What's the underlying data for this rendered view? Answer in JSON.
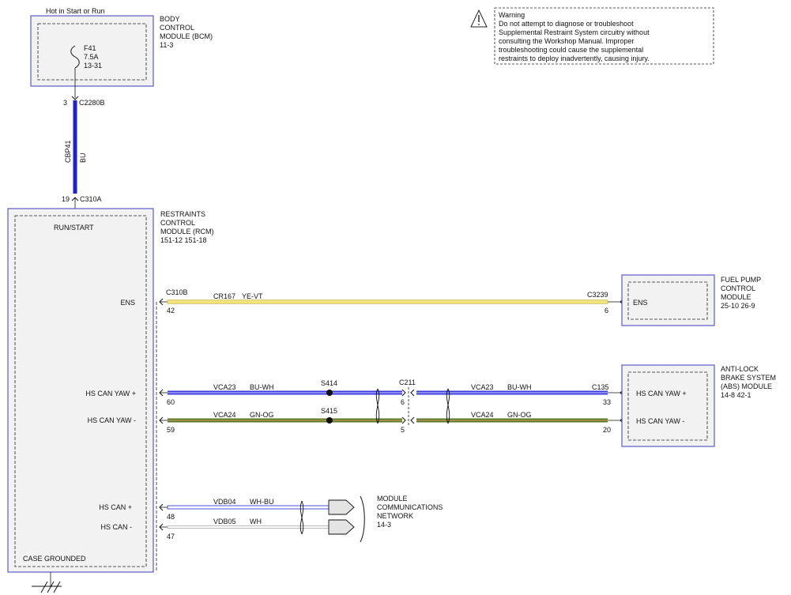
{
  "top_label": "Hot in Start or Run",
  "warning": {
    "lines": [
      "Warning",
      "Do not attempt to diagnose or troubleshoot",
      "Supplemental Restraint System circuitry without",
      "consulting the Workshop Manual. Improper",
      "troubleshooting could cause the supplemental",
      "restraints to deploy inadvertently, causing injury."
    ]
  },
  "bcm": {
    "title_lines": [
      "BODY",
      "CONTROL",
      "MODULE (BCM)",
      "11-3"
    ],
    "fuse_lines": [
      "F41",
      "7.5A",
      "13-31"
    ]
  },
  "feed_wire": {
    "pin_top": "3",
    "connector_top": "C2280B",
    "circuit": "CBP41",
    "color": "BU",
    "pin_bottom": "19",
    "connector_bottom": "C310A"
  },
  "rcm": {
    "title_lines": [
      "RESTRAINTS",
      "CONTROL",
      "MODULE (RCM)",
      "151-12  151-18"
    ],
    "run_start": "RUN/START",
    "pins": {
      "ens": "ENS",
      "hs_can_yaw_plus": "HS CAN YAW +",
      "hs_can_yaw_minus": "HS CAN YAW -",
      "hs_can_plus": "HS CAN +",
      "hs_can_minus": "HS CAN -"
    },
    "case_grounded": "CASE GROUNDED"
  },
  "ens_wire": {
    "connector_left": "C310B",
    "pin_left": "42",
    "circuit": "CR167",
    "color": "YE-VT",
    "connector_right": "C3239",
    "pin_right": "6"
  },
  "fpcm": {
    "title_lines": [
      "FUEL PUMP",
      "CONTROL",
      "MODULE",
      "25-10  26-9"
    ],
    "pin": "ENS"
  },
  "yaw_plus": {
    "pin_left": "60",
    "circuit": "VCA23",
    "color": "BU-WH",
    "splice": "S414",
    "connector_mid": "C211",
    "pin_mid": "6",
    "circuit_right": "VCA23",
    "color_right": "BU-WH",
    "connector_right": "C135",
    "pin_right": "33"
  },
  "yaw_minus": {
    "pin_left": "59",
    "circuit": "VCA24",
    "color": "GN-OG",
    "splice": "S415",
    "pin_mid": "5",
    "circuit_right": "VCA24",
    "color_right": "GN-OG",
    "pin_right": "20"
  },
  "abs": {
    "title_lines": [
      "ANTI-LOCK",
      "BRAKE SYSTEM",
      "(ABS) MODULE",
      "14-8   42-1"
    ],
    "pin_plus": "HS CAN YAW +",
    "pin_minus": "HS CAN YAW -"
  },
  "hs_can": {
    "plus_pin": "48",
    "plus_circuit": "VDB04",
    "plus_color": "WH-BU",
    "minus_pin": "47",
    "minus_circuit": "VDB05",
    "minus_color": "WH",
    "network_lines": [
      "MODULE",
      "COMMUNICATIONS",
      "NETWORK",
      "14-3"
    ]
  },
  "colors": {
    "module_border": "#5b5bc8",
    "module_fill": "#f2f2f2",
    "wire_blue": "#1f1fd6",
    "wire_yellow": "#f2e27a",
    "wire_bu_wh": "#3c3ce0",
    "wire_gn_og": "#5a7a2a",
    "wire_wh": "#c8c8c8"
  }
}
